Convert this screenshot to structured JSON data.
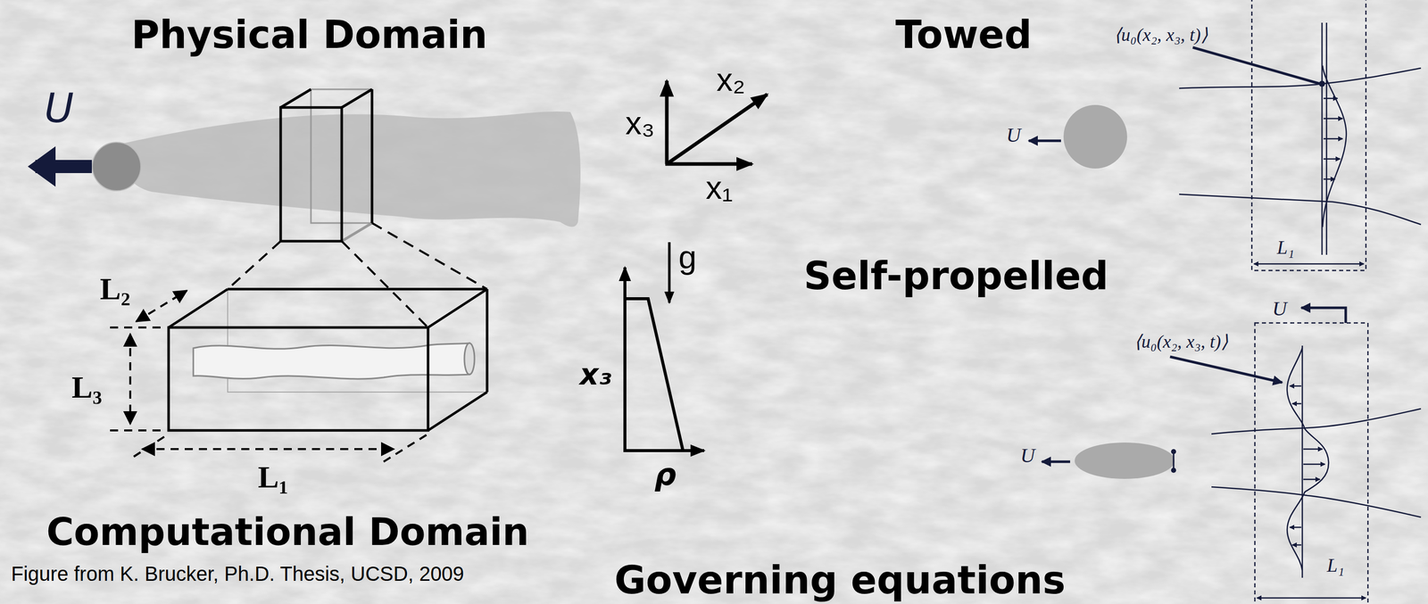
{
  "diagram": {
    "caption": "Figure from K. Brucker, Ph.D. Thesis, UCSD, 2009",
    "labels": [
      "Physical Domain",
      "Towed",
      "⟨u₀(x₂, x₃, t)⟩",
      "U",
      "x₂",
      "x₃",
      "U",
      "x₁",
      "g",
      "Self-propelled",
      "U",
      "⟨u₀(x₂, x₃, t)⟩",
      "L₂",
      "L₃",
      "x₃",
      "U",
      "L₁",
      "ρ",
      "L₁",
      "L₁",
      "Computational Domain",
      "Governing equations"
    ]
  }
}
